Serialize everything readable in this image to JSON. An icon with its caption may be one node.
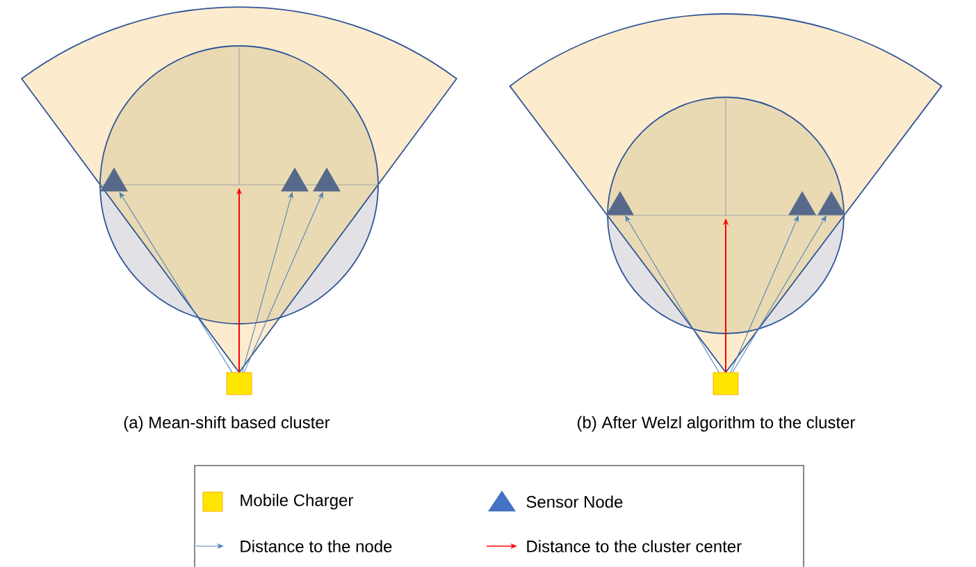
{
  "diagram": {
    "nodes": [
      {
        "text": [],
        "shape": "box"
      },
      {
        "text": [],
        "shape": "triangle"
      },
      {
        "text": [],
        "shape": "triangle"
      },
      {
        "text": [],
        "shape": "triangle"
      },
      {
        "text": [],
        "shape": "box"
      },
      {
        "text": [],
        "shape": "triangle"
      },
      {
        "text": [],
        "shape": "triangle"
      },
      {
        "text": [],
        "shape": "triangle"
      }
    ],
    "edges": [
      {
        "from": 0,
        "to": 1,
        "arrow": "to"
      },
      {
        "from": 0,
        "to": 2,
        "arrow": "to"
      },
      {
        "from": 0,
        "to": 3,
        "arrow": "to"
      },
      {
        "from": 0,
        "to": null,
        "arrow": "to",
        "color": "#ff0000"
      },
      {
        "from": 4,
        "to": 5,
        "arrow": "to"
      },
      {
        "from": 4,
        "to": 6,
        "arrow": "to"
      },
      {
        "from": 4,
        "to": 7,
        "arrow": "to"
      },
      {
        "from": 4,
        "to": null,
        "arrow": "to",
        "color": "#ff0000"
      }
    ],
    "labels": [
      "(a) Mean-shift based cluster",
      "(b) After Welzl algorithm to the cluster"
    ],
    "legend": [
      {
        "text": "Mobile Charger",
        "color": "#ffe600"
      },
      {
        "text": "Sensor Node"
      },
      {
        "text": "Distance to the node"
      },
      {
        "text": "Distance to the cluster center"
      }
    ]
  }
}
